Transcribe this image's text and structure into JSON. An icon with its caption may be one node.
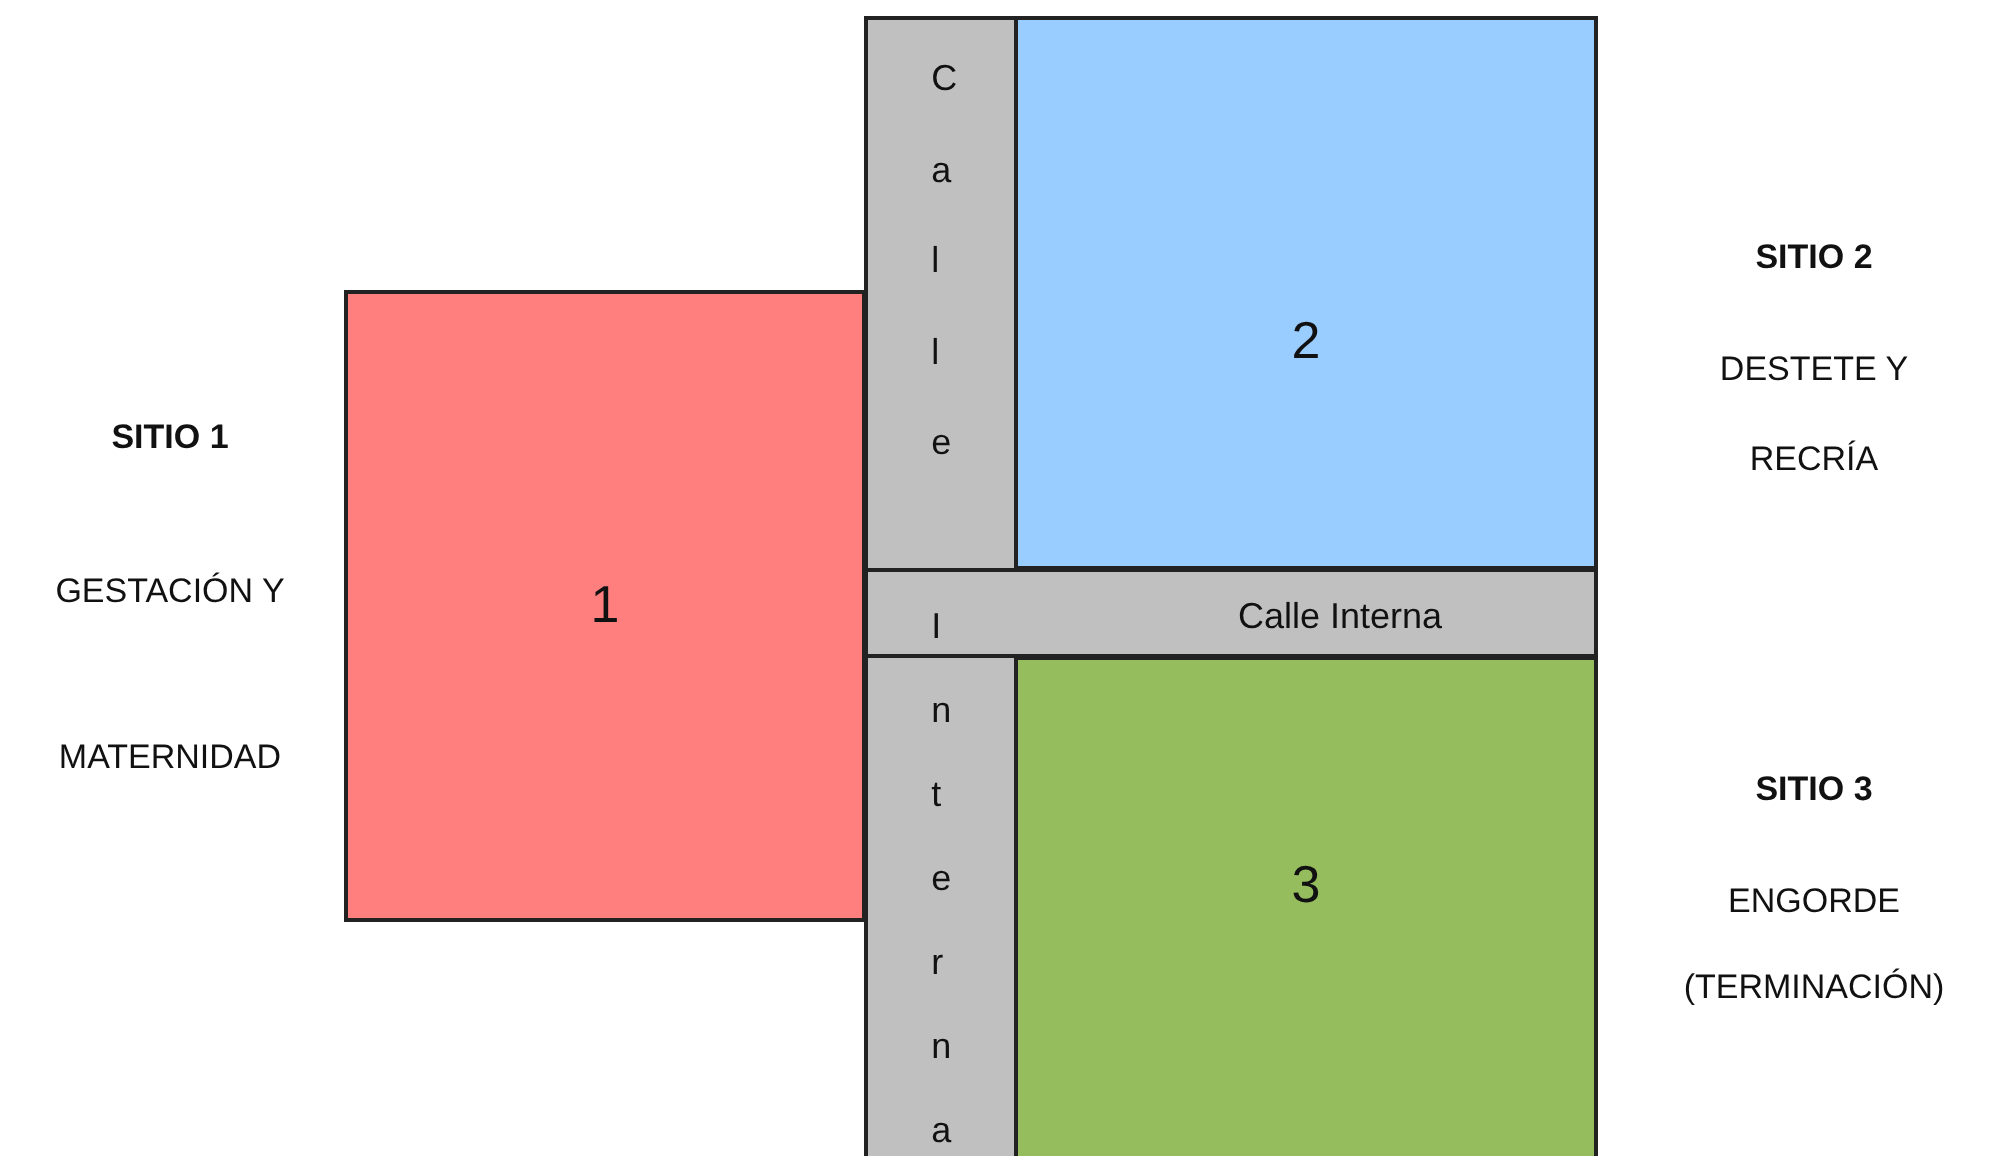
{
  "diagram": {
    "nodes": [
      {
        "text": [
          "1"
        ],
        "beside": [
          "SITIO 1",
          "GESTACIÓN Y MATERNIDAD"
        ]
      },
      {
        "text": [
          "Calle",
          "Interna"
        ]
      },
      {
        "text": [
          "2"
        ],
        "beside": [
          "SITIO 2",
          "DESTETE Y RECRÍA"
        ]
      },
      {
        "text": [
          "Calle Interna"
        ]
      },
      {
        "text": [
          "3"
        ],
        "beside": [
          "SITIO 3",
          "ENGORDE (TERMINACIÓN)"
        ]
      }
    ]
  }
}
